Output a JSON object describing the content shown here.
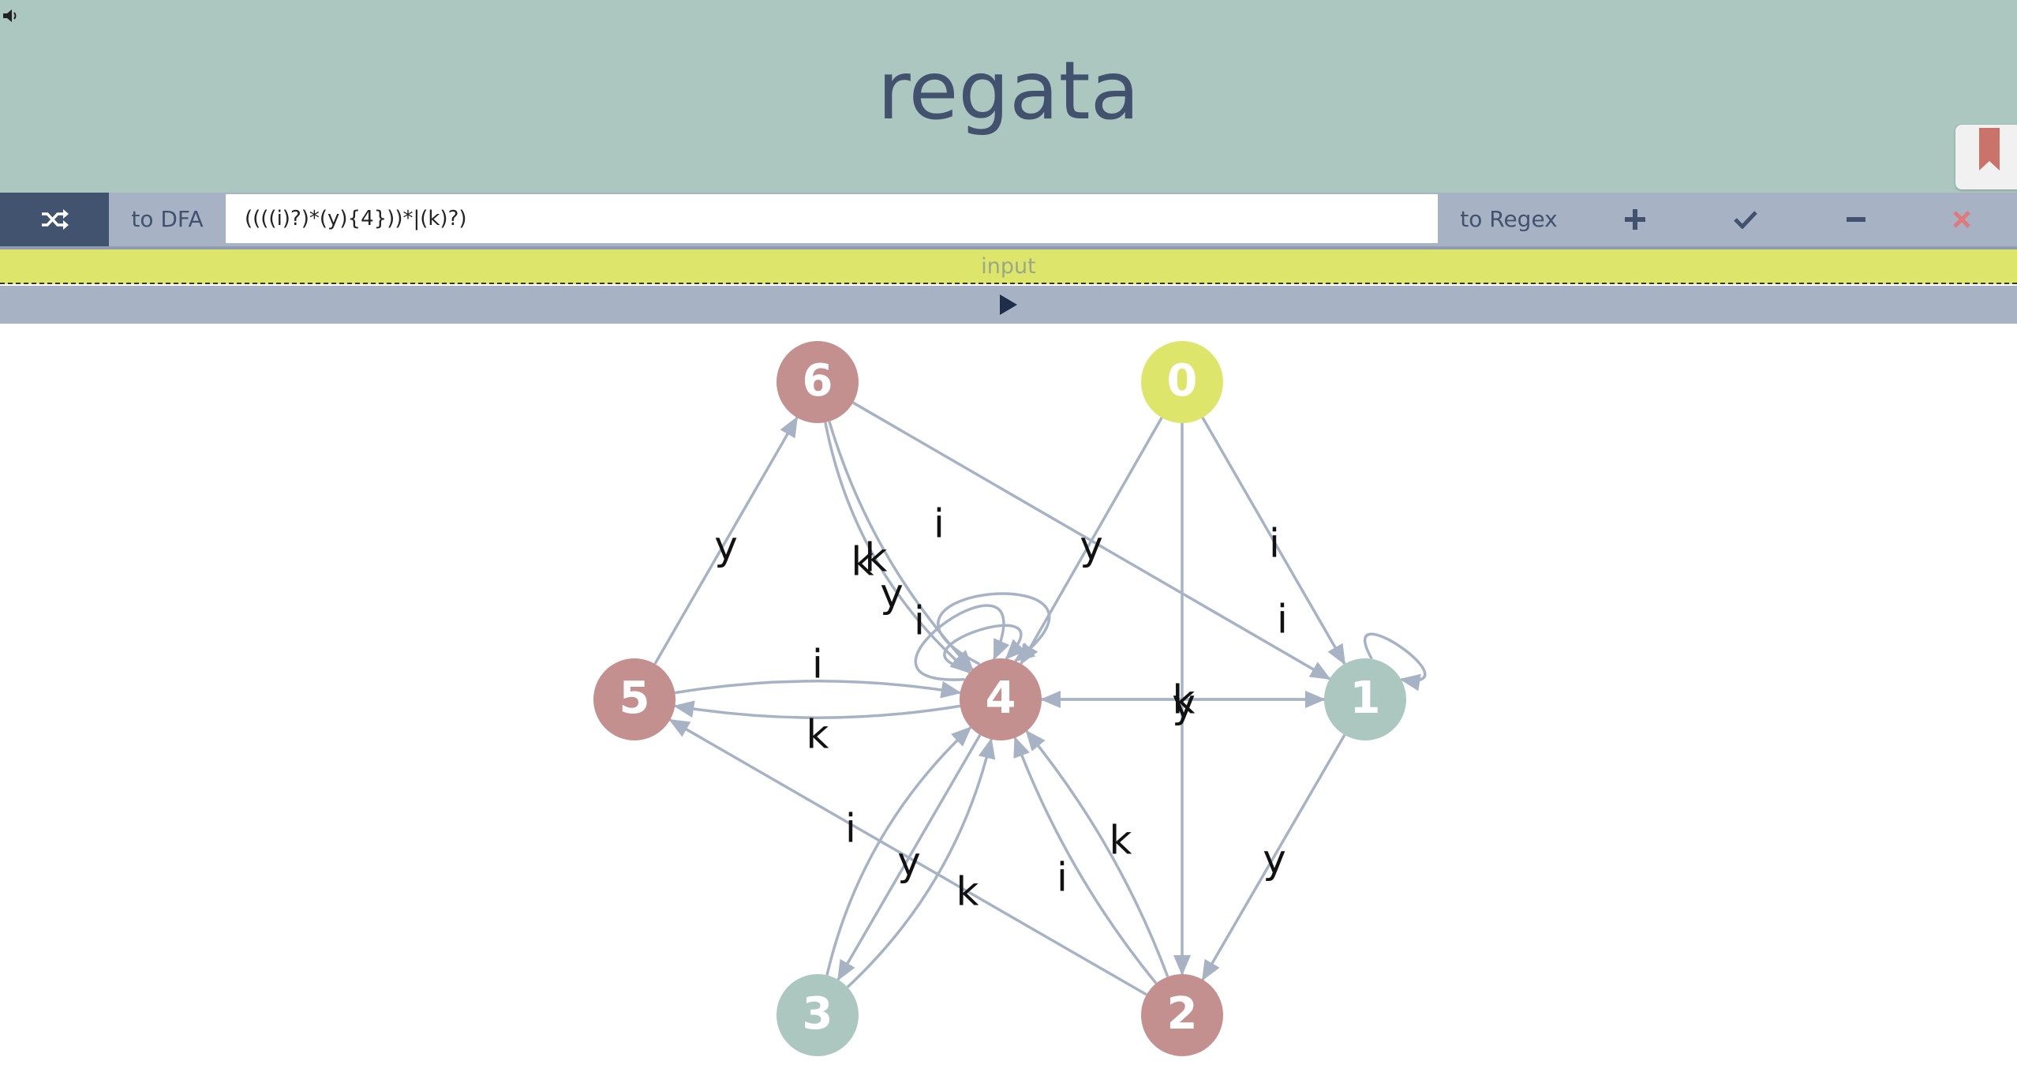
{
  "header": {
    "title": "regata",
    "sound_icon": "speaker-icon",
    "bookmark_icon": "bookmark-icon"
  },
  "toolbar": {
    "shuffle_icon": "shuffle-icon",
    "to_dfa_label": "to DFA",
    "regex_value": "((((i)?)*(y){4}))*|(k)?)",
    "to_regex_label": "to Regex",
    "add_icon": "plus-icon",
    "check_icon": "check-icon",
    "minus_icon": "minus-icon",
    "delete_icon": "close-icon"
  },
  "input_bar": {
    "placeholder": "input"
  },
  "player": {
    "play_icon": "play-icon"
  },
  "colors": {
    "header_bg": "#abc7bf",
    "toolbar_bg": "#a7b3c5",
    "dark_button": "#41536e",
    "input_bar_bg": "#dde66a",
    "start_state": "#dde66a",
    "accept_state": "#abc7bf",
    "normal_state": "#c48f8f",
    "delete_color": "#e07a7a",
    "edge_color": "#a7b3c5"
  },
  "automaton": {
    "states": [
      {
        "id": "0",
        "role": "start"
      },
      {
        "id": "1",
        "role": "accept"
      },
      {
        "id": "2",
        "role": "normal"
      },
      {
        "id": "3",
        "role": "accept"
      },
      {
        "id": "4",
        "role": "normal"
      },
      {
        "id": "5",
        "role": "normal"
      },
      {
        "id": "6",
        "role": "normal"
      }
    ],
    "transitions": [
      {
        "from": "0",
        "to": "4",
        "label": "y"
      },
      {
        "from": "0",
        "to": "1",
        "label": "i"
      },
      {
        "from": "0",
        "to": "2",
        "label": ""
      },
      {
        "from": "1",
        "to": "1",
        "label": "i"
      },
      {
        "from": "1",
        "to": "2",
        "label": "y"
      },
      {
        "from": "1",
        "to": "4",
        "label": "k"
      },
      {
        "from": "4",
        "to": "1",
        "label": "y"
      },
      {
        "from": "6",
        "to": "1",
        "label": ""
      },
      {
        "from": "6",
        "to": "4",
        "label": "k"
      },
      {
        "from": "6",
        "to": "4",
        "label": "k"
      },
      {
        "from": "4",
        "to": "4",
        "label": "i"
      },
      {
        "from": "4",
        "to": "4",
        "label": "y"
      },
      {
        "from": "4",
        "to": "4",
        "label": "i"
      },
      {
        "from": "5",
        "to": "6",
        "label": "y"
      },
      {
        "from": "5",
        "to": "4",
        "label": "i"
      },
      {
        "from": "4",
        "to": "5",
        "label": "k"
      },
      {
        "from": "2",
        "to": "5",
        "label": ""
      },
      {
        "from": "3",
        "to": "4",
        "label": "i"
      },
      {
        "from": "4",
        "to": "3",
        "label": "y"
      },
      {
        "from": "3",
        "to": "4",
        "label": "k"
      },
      {
        "from": "2",
        "to": "4",
        "label": "i"
      },
      {
        "from": "2",
        "to": "4",
        "label": "k"
      }
    ]
  }
}
